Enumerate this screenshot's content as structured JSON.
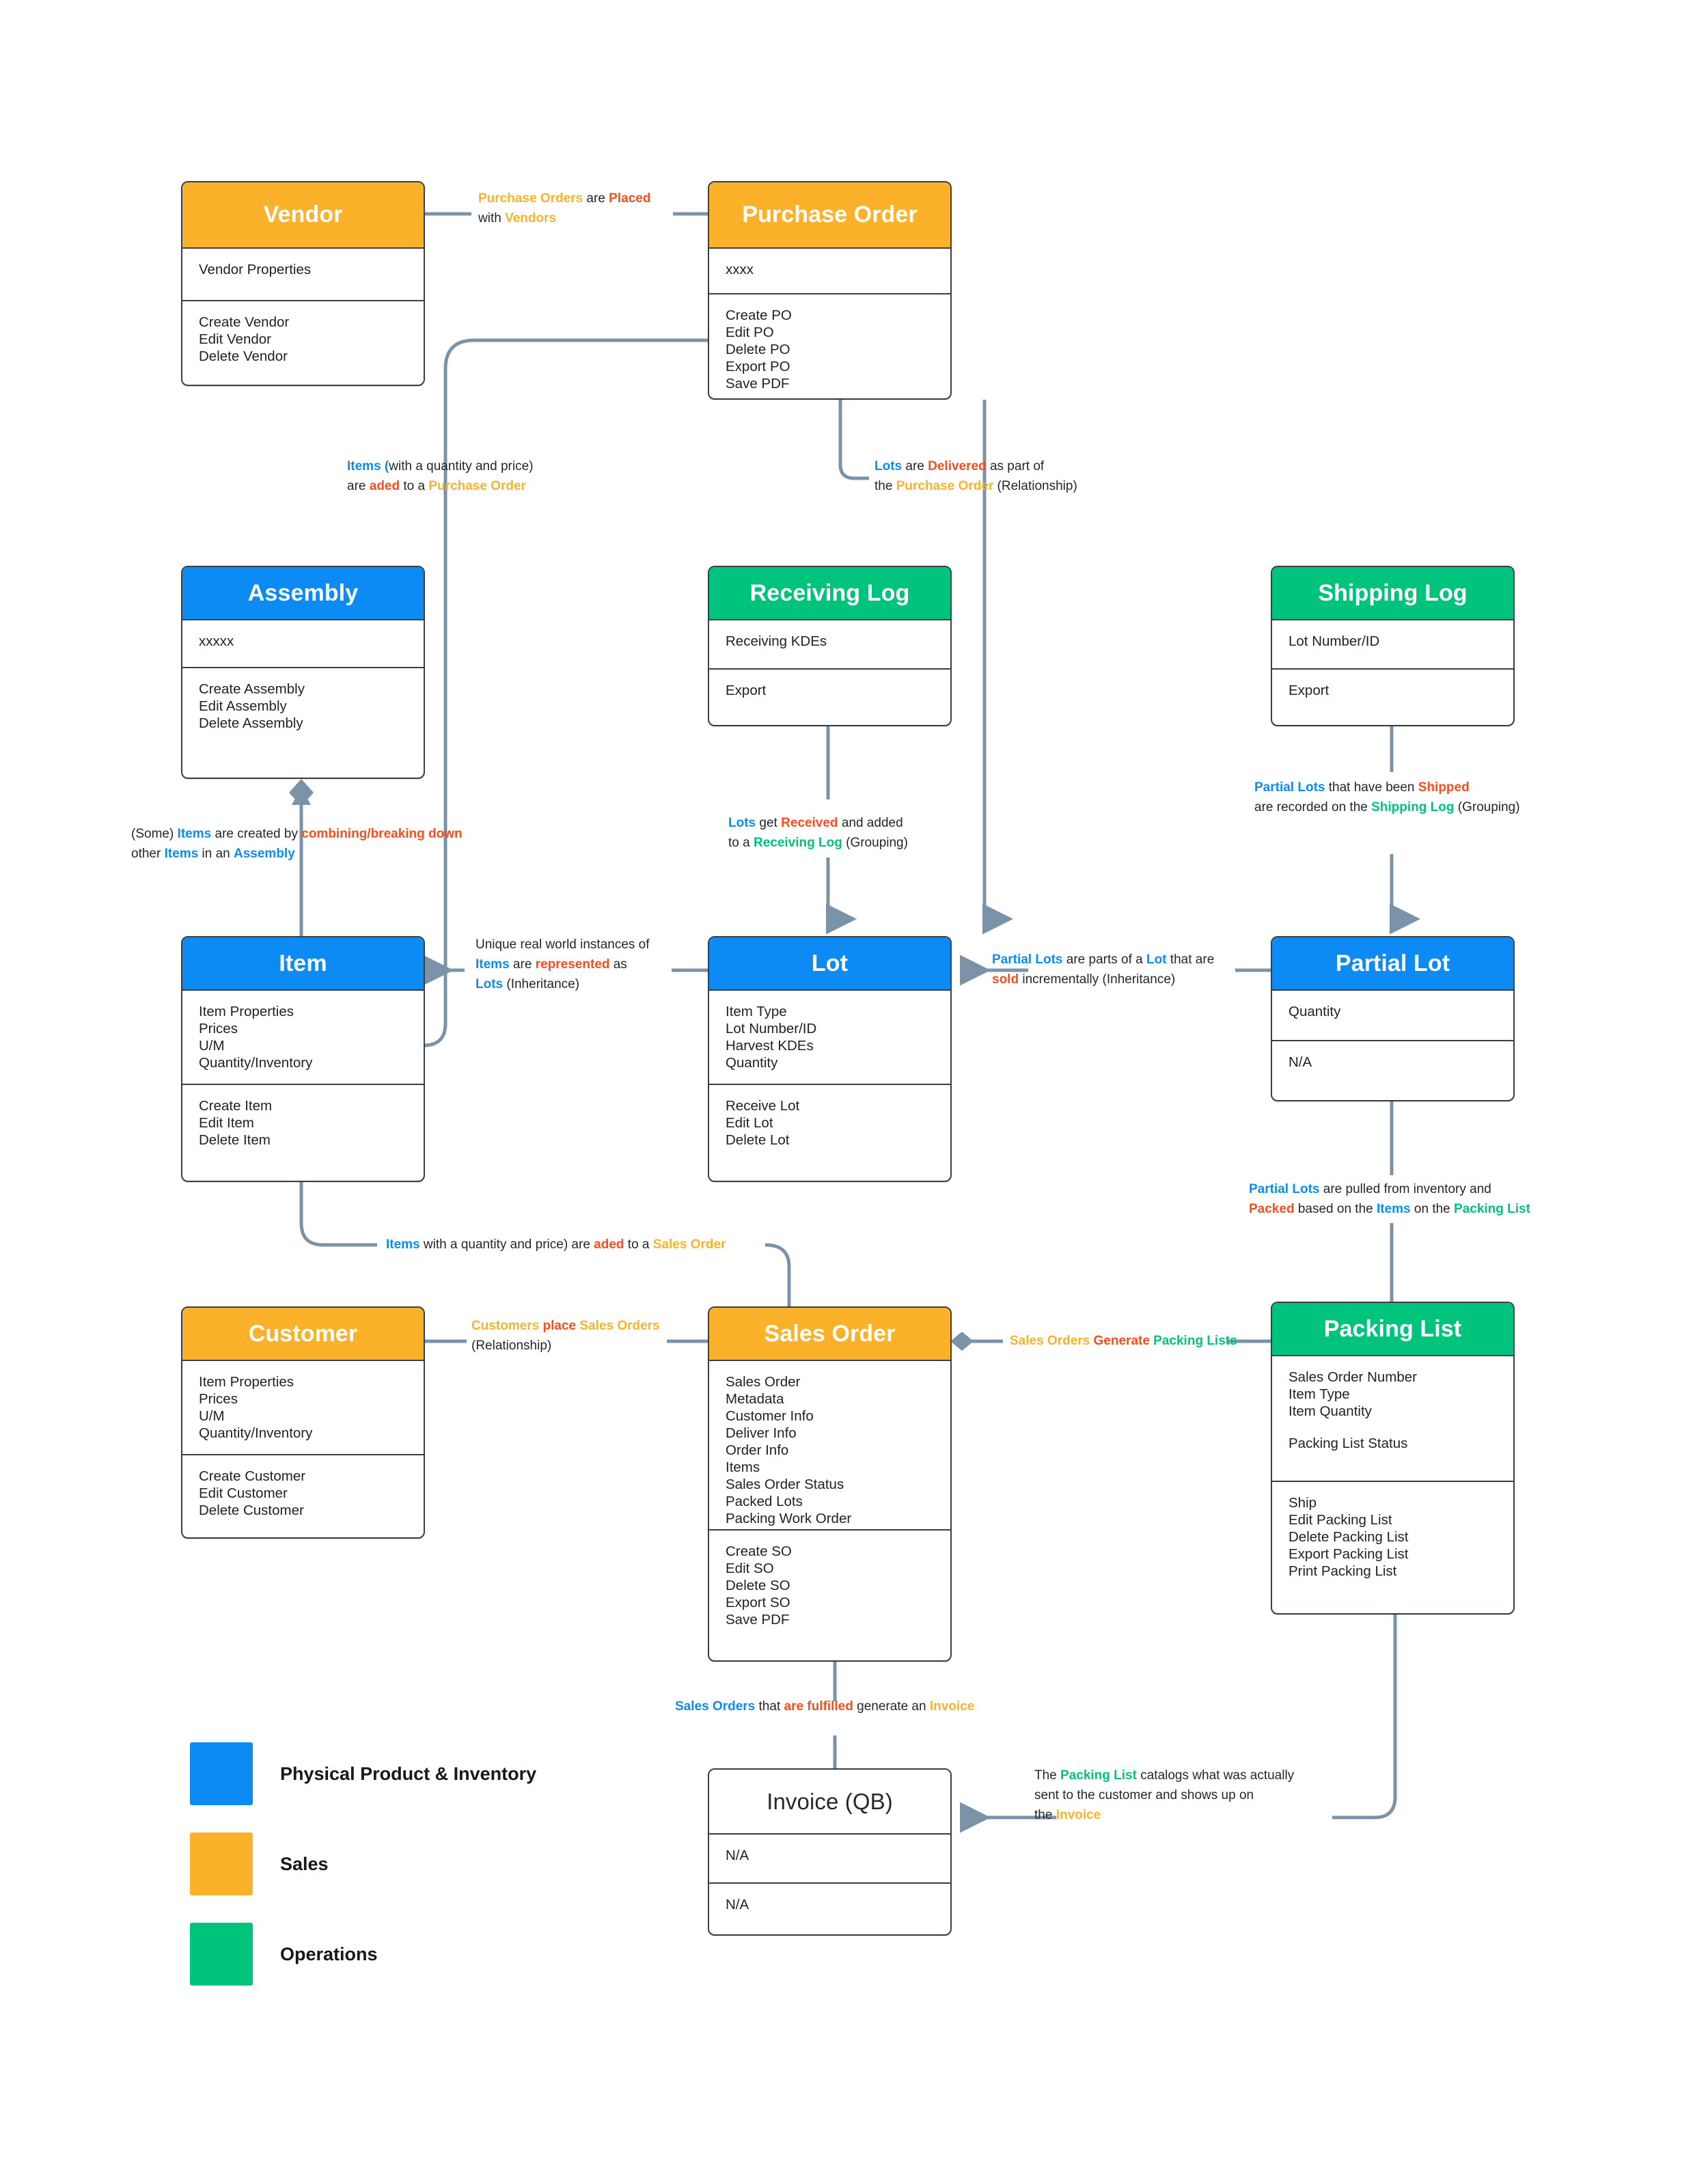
{
  "diagram": {
    "title": "Traceability Domain Model"
  },
  "palette": {
    "blue": "#0d8bf5",
    "orange": "#fbb12a",
    "green": "#00c37d",
    "verb_red": "#fb4c1e",
    "connector": "#7b93a8",
    "border": "#3a3f45"
  },
  "nodes": [
    {
      "id": "vendor",
      "title": "Vendor",
      "color": "orange",
      "attributes": [
        "Vendor Properties"
      ],
      "operations": [
        "Create Vendor",
        "Edit Vendor",
        "Delete Vendor"
      ]
    },
    {
      "id": "purchase_order",
      "title": "Purchase Order",
      "color": "orange",
      "attributes": [
        "xxxx"
      ],
      "operations": [
        "Create PO",
        "Edit PO",
        "Delete PO",
        "Export PO",
        "Save PDF"
      ]
    },
    {
      "id": "assembly",
      "title": "Assembly",
      "color": "blue",
      "attributes": [
        "xxxxx"
      ],
      "operations": [
        "Create Assembly",
        "Edit Assembly",
        "Delete Assembly"
      ]
    },
    {
      "id": "receiving_log",
      "title": "Receiving Log",
      "color": "green",
      "attributes": [
        "Receiving KDEs"
      ],
      "operations": [
        "Export"
      ]
    },
    {
      "id": "shipping_log",
      "title": "Shipping Log",
      "color": "green",
      "attributes": [
        "Lot Number/ID"
      ],
      "operations": [
        "Export"
      ]
    },
    {
      "id": "item",
      "title": "Item",
      "color": "blue",
      "attributes": [
        "Item Properties",
        "Prices",
        "U/M",
        "Quantity/Inventory"
      ],
      "operations": [
        "Create Item",
        "Edit Item",
        "Delete Item"
      ]
    },
    {
      "id": "lot",
      "title": "Lot",
      "color": "blue",
      "attributes": [
        "Item Type",
        "Lot Number/ID",
        "Harvest KDEs",
        "Quantity"
      ],
      "operations": [
        "Receive Lot",
        "Edit Lot",
        "Delete Lot"
      ]
    },
    {
      "id": "partial_lot",
      "title": "Partial Lot",
      "color": "blue",
      "attributes": [
        "Quantity"
      ],
      "operations": [
        "N/A"
      ]
    },
    {
      "id": "customer",
      "title": "Customer",
      "color": "orange",
      "attributes": [
        "Item Properties",
        "Prices",
        "U/M",
        "Quantity/Inventory"
      ],
      "operations": [
        "Create Customer",
        "Edit Customer",
        "Delete Customer"
      ]
    },
    {
      "id": "sales_order",
      "title": "Sales Order",
      "color": "orange",
      "attributes": [
        "Sales Order",
        "Metadata",
        "Customer Info",
        "Deliver Info",
        "Order Info",
        "Items",
        "Sales Order Status",
        "Packed Lots",
        "Packing Work Order"
      ],
      "operations": [
        "Create SO",
        "Edit SO",
        "Delete SO",
        "Export SO",
        "Save PDF"
      ]
    },
    {
      "id": "packing_list",
      "title": "Packing List",
      "color": "green",
      "attributes": [
        "Sales Order Number",
        "Item Type",
        "Item Quantity",
        "",
        "Packing List Status"
      ],
      "operations": [
        "Ship",
        "Edit Packing List",
        "Delete Packing List",
        "Export Packing List",
        "Print Packing List"
      ]
    },
    {
      "id": "invoice",
      "title": "Invoice (QB)",
      "color": "plain",
      "attributes": [
        "N/A"
      ],
      "operations": [
        "N/A"
      ]
    }
  ],
  "relationships": {
    "vendor_po": {
      "line1": [
        {
          "t": "Purchase Orders",
          "c": "orange"
        },
        {
          "t": " are ",
          "c": "plain"
        },
        {
          "t": "Placed",
          "c": "red"
        }
      ],
      "line2": [
        {
          "t": "with ",
          "c": "plain"
        },
        {
          "t": "Vendors",
          "c": "orange"
        }
      ]
    },
    "items_to_po": {
      "line1": [
        {
          "t": "Items (",
          "c": "blue"
        },
        {
          "t": "with a quantity and price)",
          "c": "plain"
        }
      ],
      "line2": [
        {
          "t": "are ",
          "c": "plain"
        },
        {
          "t": "aded",
          "c": "red"
        },
        {
          "t": " to a ",
          "c": "plain"
        },
        {
          "t": "Purchase Order",
          "c": "orange"
        }
      ]
    },
    "lots_delivered": {
      "line1": [
        {
          "t": "Lots",
          "c": "blue"
        },
        {
          "t": " are ",
          "c": "plain"
        },
        {
          "t": "Delivered",
          "c": "red"
        },
        {
          "t": " as part of",
          "c": "plain"
        }
      ],
      "line2": [
        {
          "t": "the ",
          "c": "plain"
        },
        {
          "t": "Purchase Order",
          "c": "orange"
        },
        {
          "t": " (Relationship)",
          "c": "plain"
        }
      ]
    },
    "assembly_items": {
      "line1": [
        {
          "t": "(Some) ",
          "c": "plain"
        },
        {
          "t": "Items",
          "c": "blue"
        },
        {
          "t": " are created by ",
          "c": "plain"
        },
        {
          "t": "combining/breaking down",
          "c": "red"
        }
      ],
      "line2": [
        {
          "t": "other ",
          "c": "plain"
        },
        {
          "t": "Items",
          "c": "blue"
        },
        {
          "t": " in an ",
          "c": "plain"
        },
        {
          "t": "Assembly",
          "c": "blue"
        }
      ]
    },
    "lots_received": {
      "line1": [
        {
          "t": "Lots",
          "c": "blue"
        },
        {
          "t": " get ",
          "c": "plain"
        },
        {
          "t": "Received",
          "c": "red"
        },
        {
          "t": " and added",
          "c": "plain"
        }
      ],
      "line2": [
        {
          "t": "to a ",
          "c": "plain"
        },
        {
          "t": "Receiving Log",
          "c": "green"
        },
        {
          "t": " (Grouping)",
          "c": "plain"
        }
      ]
    },
    "partial_shipped": {
      "line1": [
        {
          "t": "Partial Lots",
          "c": "blue"
        },
        {
          "t": " that have been ",
          "c": "plain"
        },
        {
          "t": "Shipped",
          "c": "red"
        }
      ],
      "line2": [
        {
          "t": "are recorded on the ",
          "c": "plain"
        },
        {
          "t": "Shipping Log",
          "c": "green"
        },
        {
          "t": " (Grouping)",
          "c": "plain"
        }
      ]
    },
    "item_lot_inherit": {
      "line1": [
        {
          "t": "Unique real world instances of",
          "c": "plain"
        }
      ],
      "line2": [
        {
          "t": "Items",
          "c": "blue"
        },
        {
          "t": " are ",
          "c": "plain"
        },
        {
          "t": "represented",
          "c": "red"
        },
        {
          "t": " as",
          "c": "plain"
        }
      ],
      "line3": [
        {
          "t": "Lots",
          "c": "blue"
        },
        {
          "t": " (Inheritance)",
          "c": "plain"
        }
      ]
    },
    "lot_partial_inherit": {
      "line1": [
        {
          "t": "Partial Lots",
          "c": "blue"
        },
        {
          "t": " are parts of a ",
          "c": "plain"
        },
        {
          "t": "Lot",
          "c": "blue"
        },
        {
          "t": " that are",
          "c": "plain"
        }
      ],
      "line2": [
        {
          "t": "sold",
          "c": "red"
        },
        {
          "t": " incrementally (Inheritance)",
          "c": "plain"
        }
      ]
    },
    "partial_packed": {
      "line1": [
        {
          "t": "Partial Lots",
          "c": "blue"
        },
        {
          "t": " are pulled from inventory and",
          "c": "plain"
        }
      ],
      "line2": [
        {
          "t": "Packed",
          "c": "red"
        },
        {
          "t": " based on the ",
          "c": "plain"
        },
        {
          "t": "Items",
          "c": "blue"
        },
        {
          "t": " on the ",
          "c": "plain"
        },
        {
          "t": "Packing List",
          "c": "green"
        }
      ]
    },
    "items_to_so": {
      "line1": [
        {
          "t": "Items",
          "c": "blue"
        },
        {
          "t": " with a quantity and price) are ",
          "c": "plain"
        },
        {
          "t": "aded",
          "c": "red"
        },
        {
          "t": " to a ",
          "c": "plain"
        },
        {
          "t": "Sales Order",
          "c": "orange"
        }
      ]
    },
    "customer_so": {
      "line1": [
        {
          "t": "Customers ",
          "c": "orange"
        },
        {
          "t": "place",
          "c": "red"
        },
        {
          "t": " Sales Orders",
          "c": "orange"
        }
      ],
      "line2": [
        {
          "t": "(Relationship)",
          "c": "plain"
        }
      ]
    },
    "so_packing": {
      "line1": [
        {
          "t": "Sales Orders ",
          "c": "orange"
        },
        {
          "t": "Generate",
          "c": "red"
        },
        {
          "t": " Packing Lists",
          "c": "green"
        }
      ]
    },
    "so_invoice": {
      "line1": [
        {
          "t": "Sales Orders",
          "c": "blue"
        },
        {
          "t": " that ",
          "c": "plain"
        },
        {
          "t": "are fulfilled",
          "c": "red"
        },
        {
          "t": " generate an ",
          "c": "plain"
        },
        {
          "t": "Invoice",
          "c": "orange"
        }
      ]
    },
    "packing_invoice": {
      "line1": [
        {
          "t": "The ",
          "c": "plain"
        },
        {
          "t": "Packing List",
          "c": "green"
        },
        {
          "t": " catalogs what was actually",
          "c": "plain"
        }
      ],
      "line2": [
        {
          "t": "sent to the customer and shows up on",
          "c": "plain"
        }
      ],
      "line3": [
        {
          "t": "the ",
          "c": "plain"
        },
        {
          "t": "Invoice",
          "c": "orange"
        }
      ]
    }
  },
  "legend": [
    {
      "label": "Physical Product & Inventory",
      "color": "#0d8bf5"
    },
    {
      "label": "Sales",
      "color": "#fbb12a"
    },
    {
      "label": "Operations",
      "color": "#00c37d"
    }
  ]
}
